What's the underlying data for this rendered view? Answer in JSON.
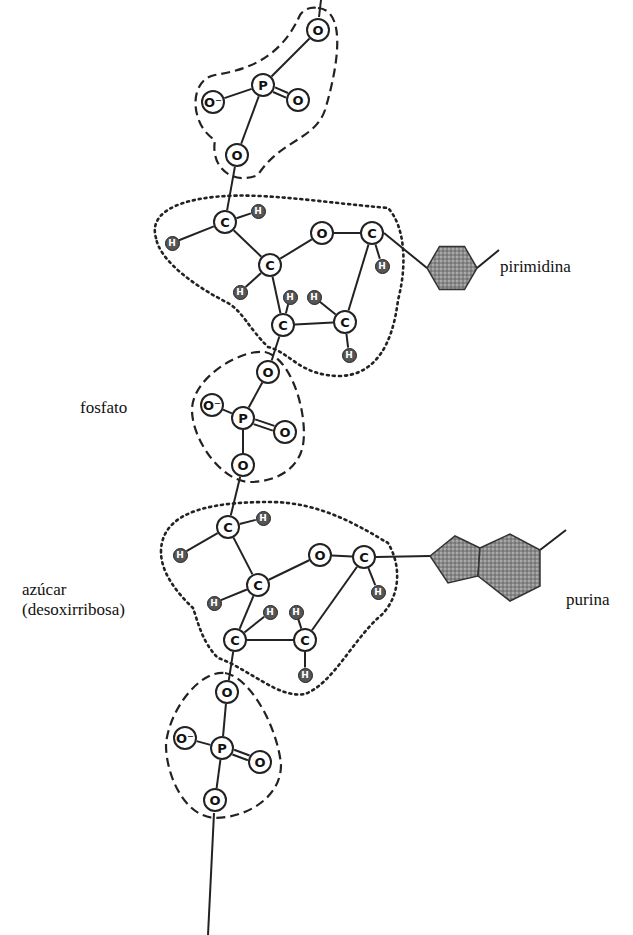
{
  "diagram": {
    "nodes": [
      {
        "text": [
          "O"
        ]
      },
      {
        "text": [
          "O⁻"
        ]
      },
      {
        "text": [
          "P"
        ]
      },
      {
        "text": [
          "O"
        ]
      },
      {
        "text": [
          "O"
        ]
      },
      {
        "text": [
          "H"
        ]
      },
      {
        "text": [
          "C"
        ]
      },
      {
        "text": [
          "H"
        ]
      },
      {
        "text": [
          "O"
        ]
      },
      {
        "text": [
          "C"
        ]
      },
      {
        "text": [
          "C"
        ]
      },
      {
        "text": [
          "H"
        ]
      },
      {
        "text": [
          "H"
        ]
      },
      {
        "text": [
          "H"
        ]
      },
      {
        "text": [
          "H"
        ]
      },
      {
        "text": [
          "C"
        ]
      },
      {
        "text": [
          "C"
        ]
      },
      {
        "text": [
          "H"
        ]
      },
      {
        "text": [
          "O"
        ]
      },
      {
        "text": [
          "O⁻"
        ]
      },
      {
        "text": [
          "P"
        ]
      },
      {
        "text": [
          "O"
        ]
      },
      {
        "text": [
          "O"
        ]
      },
      {
        "text": [
          "H"
        ]
      },
      {
        "text": [
          "C"
        ]
      },
      {
        "text": [
          "H"
        ]
      },
      {
        "text": [
          "O"
        ]
      },
      {
        "text": [
          "C"
        ]
      },
      {
        "text": [
          "C"
        ]
      },
      {
        "text": [
          "H"
        ]
      },
      {
        "text": [
          "H"
        ]
      },
      {
        "text": [
          "H"
        ]
      },
      {
        "text": [
          "H"
        ]
      },
      {
        "text": [
          "C"
        ]
      },
      {
        "text": [
          "C"
        ]
      },
      {
        "text": [
          "H"
        ]
      },
      {
        "text": [
          "O"
        ]
      },
      {
        "text": [
          "O⁻"
        ]
      },
      {
        "text": [
          "P"
        ]
      },
      {
        "text": [
          "O"
        ]
      },
      {
        "text": [
          "O"
        ]
      }
    ],
    "edges": [
      {
        "from": 0,
        "to": 2,
        "arrow": "none"
      },
      {
        "from": 1,
        "to": 2,
        "arrow": "none"
      },
      {
        "from": 2,
        "to": 3,
        "arrow": "none"
      },
      {
        "from": 2,
        "to": 4,
        "arrow": "none"
      },
      {
        "from": 4,
        "to": 6,
        "arrow": "none"
      },
      {
        "from": 5,
        "to": 6,
        "arrow": "none"
      },
      {
        "from": 6,
        "to": 7,
        "arrow": "none"
      },
      {
        "from": 6,
        "to": 10,
        "arrow": "none"
      },
      {
        "from": 10,
        "to": 8,
        "arrow": "none"
      },
      {
        "from": 8,
        "to": 9,
        "arrow": "none"
      },
      {
        "from": 10,
        "to": 11,
        "arrow": "none"
      },
      {
        "from": 10,
        "to": 15,
        "arrow": "none"
      },
      {
        "from": 15,
        "to": 12,
        "arrow": "none"
      },
      {
        "from": 16,
        "to": 13,
        "arrow": "none"
      },
      {
        "from": 9,
        "to": 14,
        "arrow": "none"
      },
      {
        "from": 15,
        "to": 16,
        "arrow": "none"
      },
      {
        "from": 16,
        "to": 9,
        "arrow": "none"
      },
      {
        "from": 16,
        "to": 17,
        "arrow": "none"
      },
      {
        "from": 15,
        "to": 18,
        "arrow": "none"
      },
      {
        "from": 18,
        "to": 20,
        "arrow": "none"
      },
      {
        "from": 19,
        "to": 20,
        "arrow": "none"
      },
      {
        "from": 20,
        "to": 21,
        "arrow": "none"
      },
      {
        "from": 20,
        "to": 22,
        "arrow": "none"
      },
      {
        "from": 22,
        "to": 24,
        "arrow": "none"
      },
      {
        "from": 23,
        "to": 24,
        "arrow": "none"
      },
      {
        "from": 24,
        "to": 25,
        "arrow": "none"
      },
      {
        "from": 24,
        "to": 28,
        "arrow": "none"
      },
      {
        "from": 28,
        "to": 26,
        "arrow": "none"
      },
      {
        "from": 26,
        "to": 27,
        "arrow": "none"
      },
      {
        "from": 28,
        "to": 29,
        "arrow": "none"
      },
      {
        "from": 28,
        "to": 33,
        "arrow": "none"
      },
      {
        "from": 33,
        "to": 30,
        "arrow": "none"
      },
      {
        "from": 34,
        "to": 31,
        "arrow": "none"
      },
      {
        "from": 27,
        "to": 32,
        "arrow": "none"
      },
      {
        "from": 33,
        "to": 34,
        "arrow": "none"
      },
      {
        "from": 34,
        "to": 27,
        "arrow": "none"
      },
      {
        "from": 34,
        "to": 35,
        "arrow": "none"
      },
      {
        "from": 33,
        "to": 36,
        "arrow": "none"
      },
      {
        "from": 36,
        "to": 38,
        "arrow": "none"
      },
      {
        "from": 37,
        "to": 38,
        "arrow": "none"
      },
      {
        "from": 38,
        "to": 39,
        "arrow": "none"
      },
      {
        "from": 38,
        "to": 40,
        "arrow": "none"
      }
    ],
    "labels": [
      "pirimidina",
      "fosfato",
      "azúcar (desoxirribosa)",
      "purina"
    ]
  }
}
